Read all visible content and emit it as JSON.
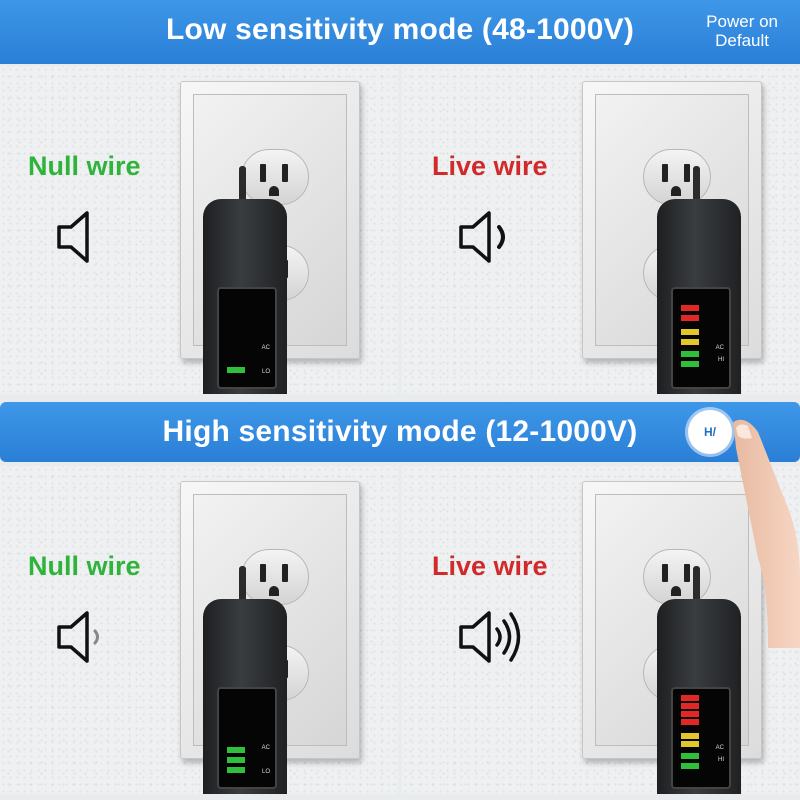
{
  "banners": {
    "low_title": "Low sensitivity mode (48-1000V)",
    "power_note_line1": "Power on",
    "power_note_line2": "Default",
    "high_title": "High sensitivity mode (12-1000V)",
    "hl_button": "H/"
  },
  "panels": [
    {
      "label": "Null wire",
      "mode": "low",
      "state": "silent",
      "screen_level": "LO",
      "bars": [
        "green"
      ]
    },
    {
      "label": "Live wire",
      "mode": "low",
      "state": "beep-low",
      "screen_level": "HI",
      "bars": [
        "red",
        "red",
        "yellow",
        "yellow",
        "green",
        "green"
      ]
    },
    {
      "label": "Null wire",
      "mode": "high",
      "state": "beep-faint",
      "screen_level": "LO",
      "bars": [
        "green",
        "green",
        "green"
      ]
    },
    {
      "label": "Live wire",
      "mode": "high",
      "state": "beep-high",
      "screen_level": "HI",
      "bars": [
        "red",
        "red",
        "red",
        "red",
        "yellow",
        "yellow",
        "green",
        "green"
      ]
    }
  ],
  "screen_text": {
    "ac": "AC"
  },
  "colors": {
    "banner": "#2a7fd6",
    "null": "#2fb33a",
    "live": "#d22a2a",
    "bar_red": "#e32626",
    "bar_yellow": "#e2c72a",
    "bar_green": "#2fbf3b"
  },
  "icons": {
    "speaker_muted": "speaker-icon",
    "speaker_sound": "speaker-sound-icon",
    "finger": "finger-icon"
  }
}
